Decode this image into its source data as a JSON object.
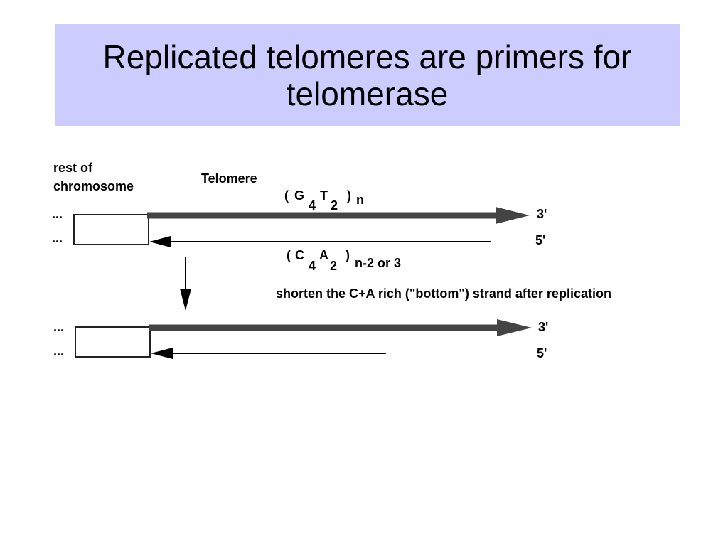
{
  "slide": {
    "title": "Replicated telomeres are primers for telomerase"
  },
  "diagram": {
    "rest_label_line1": "rest of",
    "rest_label_line2": "chromosome",
    "telomere_label": "Telomere",
    "top_repeat": {
      "open": "(",
      "base1": "G",
      "sub1": "4",
      "base2": "T",
      "sub2": "2",
      "close": ")",
      "count": "n"
    },
    "bottom_repeat": {
      "open": "(",
      "base1": "C",
      "sub1": "4",
      "base2": "A",
      "sub2": "2",
      "close": ")",
      "count": "n-2 or 3"
    },
    "ellipsis": "...",
    "end_3prime": "3'",
    "end_5prime": "5'",
    "caption": "shorten the C+A rich (\"bottom\") strand after replication",
    "colors": {
      "title_background": "#ccccff",
      "thick_strand": "#444444",
      "thin_strand": "#000000"
    }
  }
}
